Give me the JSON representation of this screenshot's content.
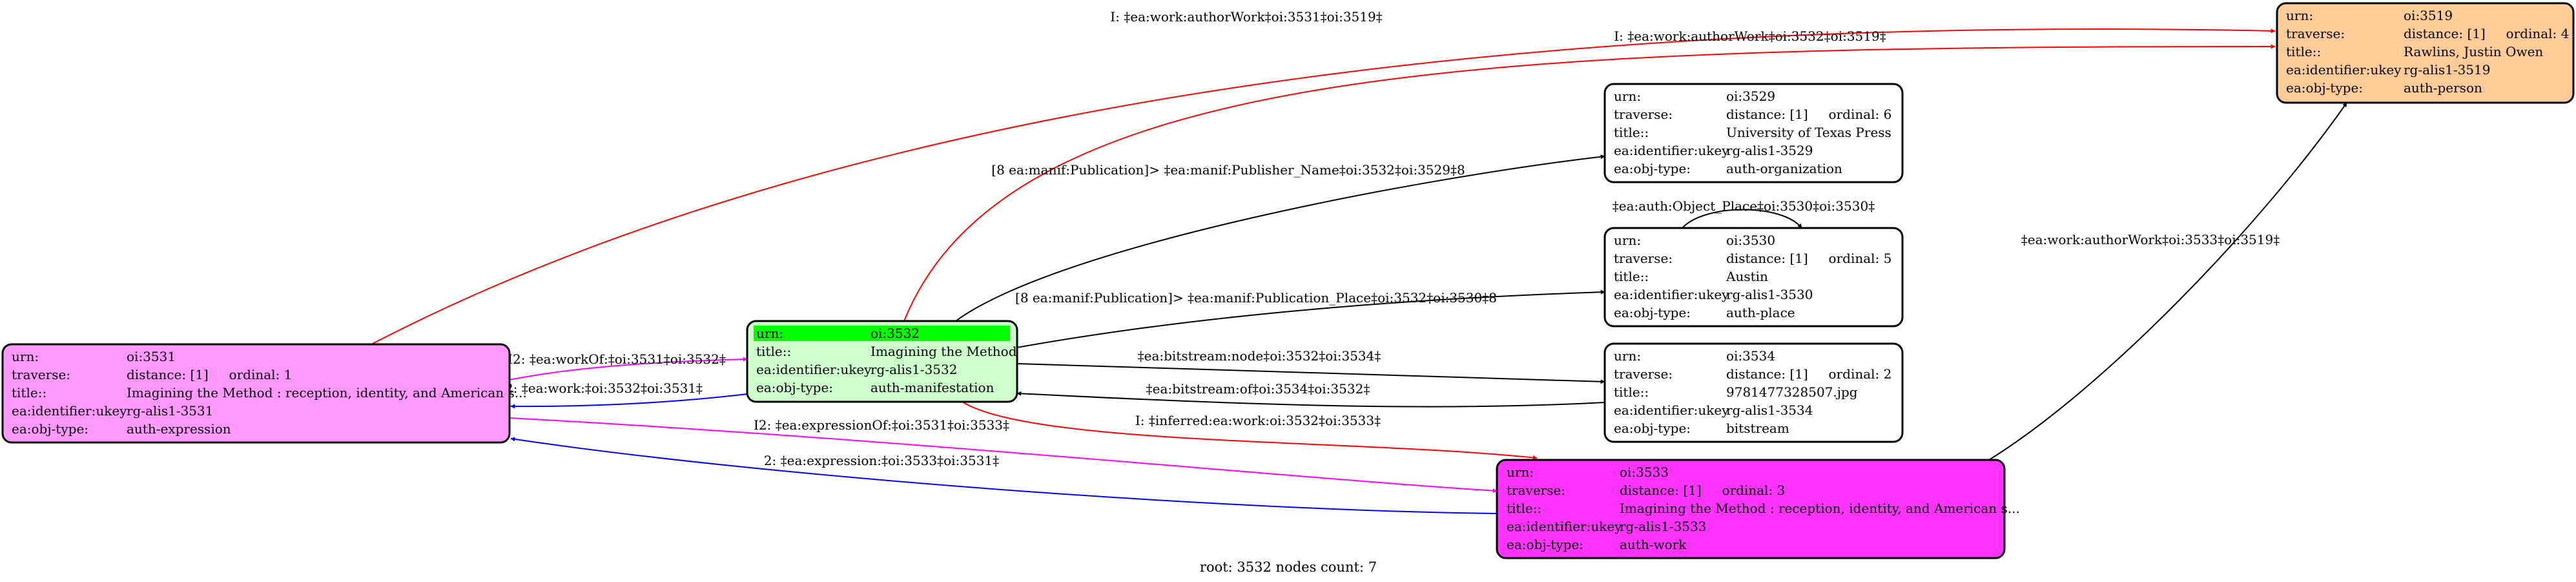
{
  "colors": {
    "expression": "#ff99ff",
    "manifestation": "#ccffcc",
    "manifestation_header": "#00ff00",
    "work": "#ff33ff",
    "person": "#ffcc99",
    "plain": "#ffffff",
    "edge_red": "#ff0000",
    "edge_blue": "#0000ff",
    "edge_magenta": "#ff00ff",
    "edge_black": "#000000"
  },
  "nodes": {
    "n3531": {
      "color_key": "expression",
      "rows": [
        {
          "key": "urn:",
          "value": "oi:3531"
        },
        {
          "key": "traverse:",
          "value": "distance: [1]     ordinal: 1"
        },
        {
          "key": "title::",
          "value": "Imagining the Method : reception, identity, and American s..."
        },
        {
          "key": "ea:identifier:ukey",
          "value": "rg-alis1-3531"
        },
        {
          "key": "ea:obj-type:",
          "value": "auth-expression"
        }
      ]
    },
    "n3532": {
      "color_key": "manifestation",
      "rows": [
        {
          "key": "urn:",
          "value": "oi:3532"
        },
        {
          "key": "title::",
          "value": "Imagining the Method"
        },
        {
          "key": "ea:identifier:ukey",
          "value": "rg-alis1-3532"
        },
        {
          "key": "ea:obj-type:",
          "value": "auth-manifestation"
        }
      ]
    },
    "n3529": {
      "color_key": "plain",
      "rows": [
        {
          "key": "urn:",
          "value": "oi:3529"
        },
        {
          "key": "traverse:",
          "value": "distance: [1]     ordinal: 6"
        },
        {
          "key": "title::",
          "value": "University of Texas Press"
        },
        {
          "key": "ea:identifier:ukey",
          "value": "rg-alis1-3529"
        },
        {
          "key": "ea:obj-type:",
          "value": "auth-organization"
        }
      ]
    },
    "n3530": {
      "color_key": "plain",
      "rows": [
        {
          "key": "urn:",
          "value": "oi:3530"
        },
        {
          "key": "traverse:",
          "value": "distance: [1]     ordinal: 5"
        },
        {
          "key": "title::",
          "value": "Austin"
        },
        {
          "key": "ea:identifier:ukey",
          "value": "rg-alis1-3530"
        },
        {
          "key": "ea:obj-type:",
          "value": "auth-place"
        }
      ]
    },
    "n3534": {
      "color_key": "plain",
      "rows": [
        {
          "key": "urn:",
          "value": "oi:3534"
        },
        {
          "key": "traverse:",
          "value": "distance: [1]     ordinal: 2"
        },
        {
          "key": "title::",
          "value": "9781477328507.jpg"
        },
        {
          "key": "ea:identifier:ukey",
          "value": "rg-alis1-3534"
        },
        {
          "key": "ea:obj-type:",
          "value": "bitstream"
        }
      ]
    },
    "n3533": {
      "color_key": "work",
      "rows": [
        {
          "key": "urn:",
          "value": "oi:3533"
        },
        {
          "key": "traverse:",
          "value": "distance: [1]     ordinal: 3"
        },
        {
          "key": "title::",
          "value": "Imagining the Method : reception, identity, and American s..."
        },
        {
          "key": "ea:identifier:ukey",
          "value": "rg-alis1-3533"
        },
        {
          "key": "ea:obj-type:",
          "value": "auth-work"
        }
      ]
    },
    "n3519": {
      "color_key": "person",
      "rows": [
        {
          "key": "urn:",
          "value": "oi:3519"
        },
        {
          "key": "traverse:",
          "value": "distance: [1]     ordinal: 4"
        },
        {
          "key": "title::",
          "value": "Rawlins, Justin Owen"
        },
        {
          "key": "ea:identifier:ukey",
          "value": "rg-alis1-3519"
        },
        {
          "key": "ea:obj-type:",
          "value": "auth-person"
        }
      ]
    }
  },
  "edges": {
    "e3531_3519": {
      "label": "I: ‡ea:work:authorWork‡oi:3531‡oi:3519‡",
      "color_key": "edge_red"
    },
    "e3532_3519": {
      "label": "I: ‡ea:work:authorWork‡oi:3532‡oi:3519‡",
      "color_key": "edge_red"
    },
    "e3532_3529": {
      "label": "[8 ea:manif:Publication]> ‡ea:manif:Publisher_Name‡oi:3532‡oi:3529‡8",
      "color_key": "edge_black"
    },
    "e3530_loop": {
      "label": "‡ea:auth:Object_Place‡oi:3530‡oi:3530‡",
      "color_key": "edge_black"
    },
    "e3532_3530": {
      "label": "[8 ea:manif:Publication]> ‡ea:manif:Publication_Place‡oi:3532‡oi:3530‡8",
      "color_key": "edge_black"
    },
    "e3532_3534": {
      "label": "‡ea:bitstream:node‡oi:3532‡oi:3534‡",
      "color_key": "edge_black"
    },
    "e3534_3532": {
      "label": "‡ea:bitstream:of‡oi:3534‡oi:3532‡",
      "color_key": "edge_black"
    },
    "e3532_3533": {
      "label": "I: ‡inferred:ea:work:oi:3532‡oi:3533‡",
      "color_key": "edge_red"
    },
    "e3531_3532": {
      "label": "I2: ‡ea:workOf:‡oi:3531‡oi:3532‡",
      "color_key": "edge_magenta"
    },
    "e3532_3531": {
      "label": "2: ‡ea:work:‡oi:3532‡oi:3531‡",
      "color_key": "edge_blue"
    },
    "e3531_3533": {
      "label": "I2: ‡ea:expressionOf:‡oi:3531‡oi:3533‡",
      "color_key": "edge_magenta"
    },
    "e3533_3531": {
      "label": "2: ‡ea:expression:‡oi:3533‡oi:3531‡",
      "color_key": "edge_blue"
    },
    "e3533_3519": {
      "label": "‡ea:work:authorWork‡oi:3533‡oi:3519‡",
      "color_key": "edge_black"
    }
  },
  "footer": {
    "text": "root: 3532 nodes count: 7"
  }
}
